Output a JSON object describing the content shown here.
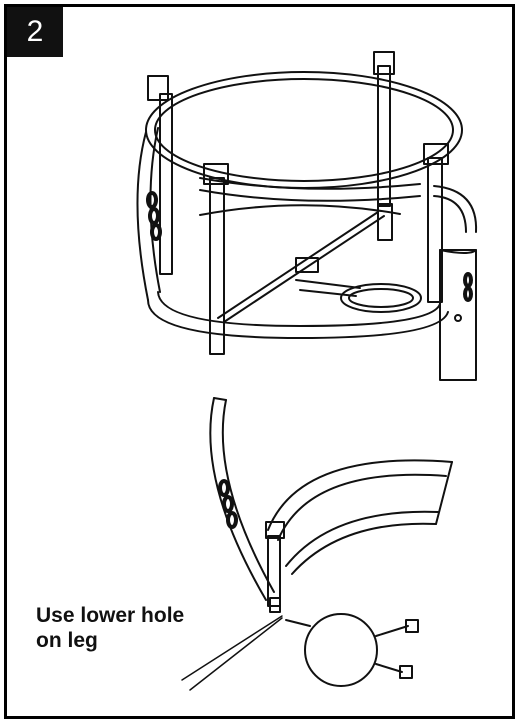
{
  "step": {
    "number": "2"
  },
  "callout": {
    "line1": "Use lower hole",
    "line2": "on leg"
  }
}
